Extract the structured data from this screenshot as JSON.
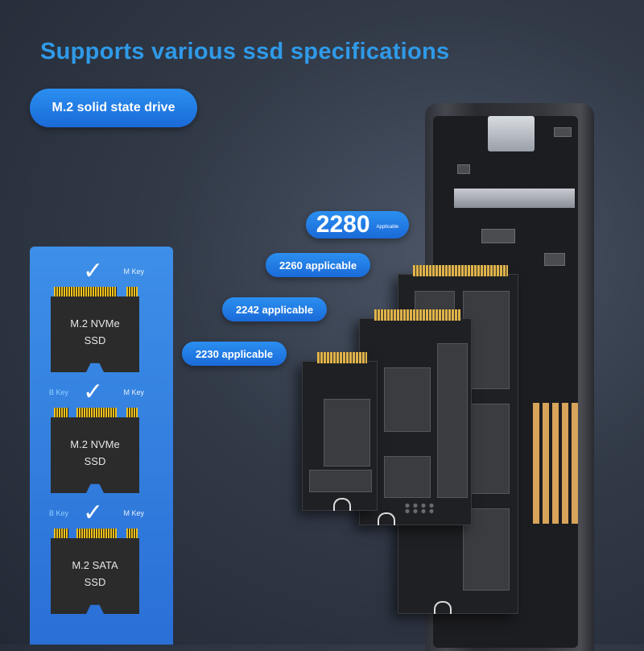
{
  "headline": "Supports various ssd specifications",
  "category_label": "M.2 solid state drive",
  "sizes": {
    "s2280": {
      "number": "2280",
      "suffix": "Applicable"
    },
    "s2260": "2260 applicable",
    "s2242": "2242 applicable",
    "s2230": "2230 applicable"
  },
  "cards": [
    {
      "bkey": "",
      "mkey": "M Key",
      "line1": "M.2 NVMe",
      "line2": "SSD"
    },
    {
      "bkey": "B Key",
      "mkey": "M Key",
      "line1": "M.2 NVMe",
      "line2": "SSD"
    },
    {
      "bkey": "B Key",
      "mkey": "M Key",
      "line1": "M.2 SATA",
      "line2": "SSD"
    }
  ],
  "colors": {
    "headline": "#2f9ae8",
    "pill": "#1f7ee4",
    "panel": "#3480e0",
    "gold": "#e0b34a"
  },
  "icons": {
    "check": "check-mark-icon"
  }
}
